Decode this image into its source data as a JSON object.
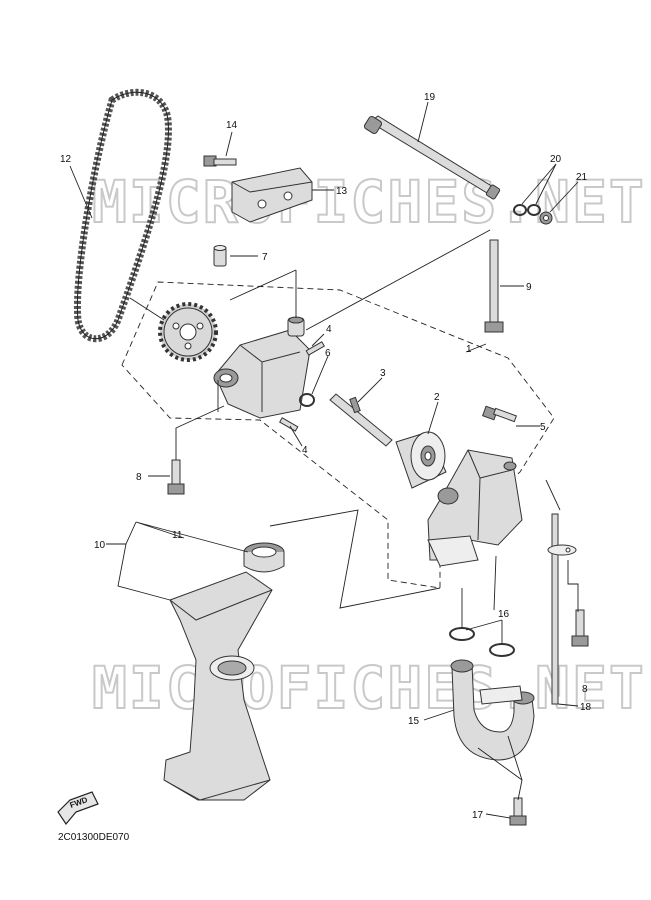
{
  "watermarks": [
    "MICROFICHES.NET",
    "MICROFICHES.NET"
  ],
  "drawing_code": "2C01300DE070",
  "fwd_label": "FWD",
  "callouts": {
    "c1": "1",
    "c2": "2",
    "c3": "3",
    "c4a": "4",
    "c4b": "4",
    "c5": "5",
    "c6": "6",
    "c7": "7",
    "c8a": "8",
    "c8b": "8",
    "c9": "9",
    "c10": "10",
    "c11": "11",
    "c12": "12",
    "c13": "13",
    "c14": "14",
    "c15": "15",
    "c16": "16",
    "c17": "17",
    "c18": "18",
    "c19": "19",
    "c20": "20",
    "c21": "21"
  }
}
